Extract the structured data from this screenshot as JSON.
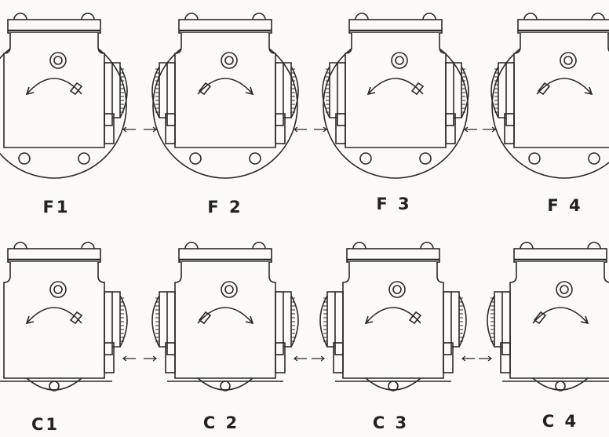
{
  "figure": {
    "panels": [
      {
        "label": "F1",
        "row": "F",
        "knob_side": "right",
        "rotation": "counterclockwise"
      },
      {
        "label": "F 2",
        "row": "F",
        "knob_side": "both",
        "rotation": "clockwise"
      },
      {
        "label": "F 3",
        "row": "F",
        "knob_side": "both",
        "rotation": "counterclockwise"
      },
      {
        "label": "F 4",
        "row": "F",
        "knob_side": "left",
        "rotation": "clockwise"
      },
      {
        "label": "C1",
        "row": "C",
        "knob_side": "right",
        "rotation": "counterclockwise"
      },
      {
        "label": "C 2",
        "row": "C",
        "knob_side": "both",
        "rotation": "clockwise"
      },
      {
        "label": "C 3",
        "row": "C",
        "knob_side": "both",
        "rotation": "counterclockwise"
      },
      {
        "label": "C 4",
        "row": "C",
        "knob_side": "left",
        "rotation": "clockwise"
      }
    ]
  }
}
